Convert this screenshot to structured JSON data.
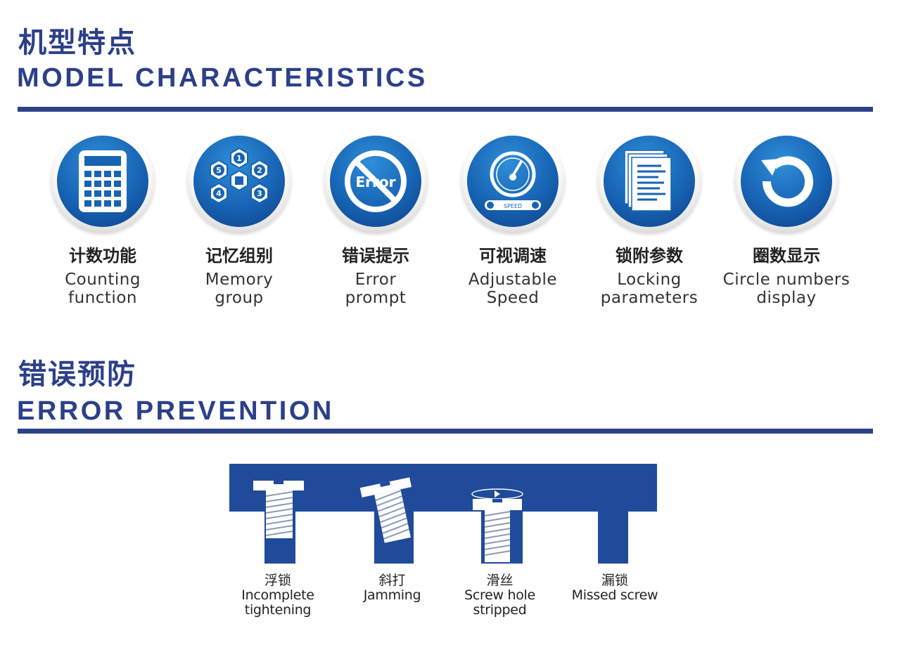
{
  "section1": {
    "title_cn": "机型特点",
    "title_en": "MODEL CHARACTERISTICS"
  },
  "features": [
    {
      "icon": "calculator-icon",
      "cn": "计数功能",
      "en1": "Counting",
      "en2": "function"
    },
    {
      "icon": "memory-group-icon",
      "cn": "记忆组别",
      "en1": "Memory",
      "en2": "group"
    },
    {
      "icon": "error-icon",
      "cn": "错误提示",
      "en1": "Error",
      "en2": "prompt",
      "icon_text": "Error"
    },
    {
      "icon": "speed-gauge-icon",
      "cn": "可视调速",
      "en1": "Adjustable",
      "en2": "Speed",
      "icon_text": "SPEED"
    },
    {
      "icon": "document-stack-icon",
      "cn": "锁附参数",
      "en1": "Locking",
      "en2": "parameters"
    },
    {
      "icon": "circular-arrow-icon",
      "cn": "圈数显示",
      "en1": "Circle numbers",
      "en2": "display"
    }
  ],
  "memory_numbers": [
    "1",
    "2",
    "3",
    "4",
    "5"
  ],
  "section2": {
    "title_cn": "错误预防",
    "title_en": "ERROR PREVENTION"
  },
  "errors": [
    {
      "cn": "浮锁",
      "en1": "Incomplete",
      "en2": "tightening"
    },
    {
      "cn": "斜打",
      "en1": "Jamming",
      "en2": ""
    },
    {
      "cn": "滑丝",
      "en1": "Screw hole",
      "en2": "stripped"
    },
    {
      "cn": "漏锁",
      "en1": "Missed screw",
      "en2": ""
    }
  ],
  "colors": {
    "heading": "#2c3f8a",
    "rule": "#2d4189",
    "plate": "#1f4b9a",
    "badge": "#1763b4"
  }
}
